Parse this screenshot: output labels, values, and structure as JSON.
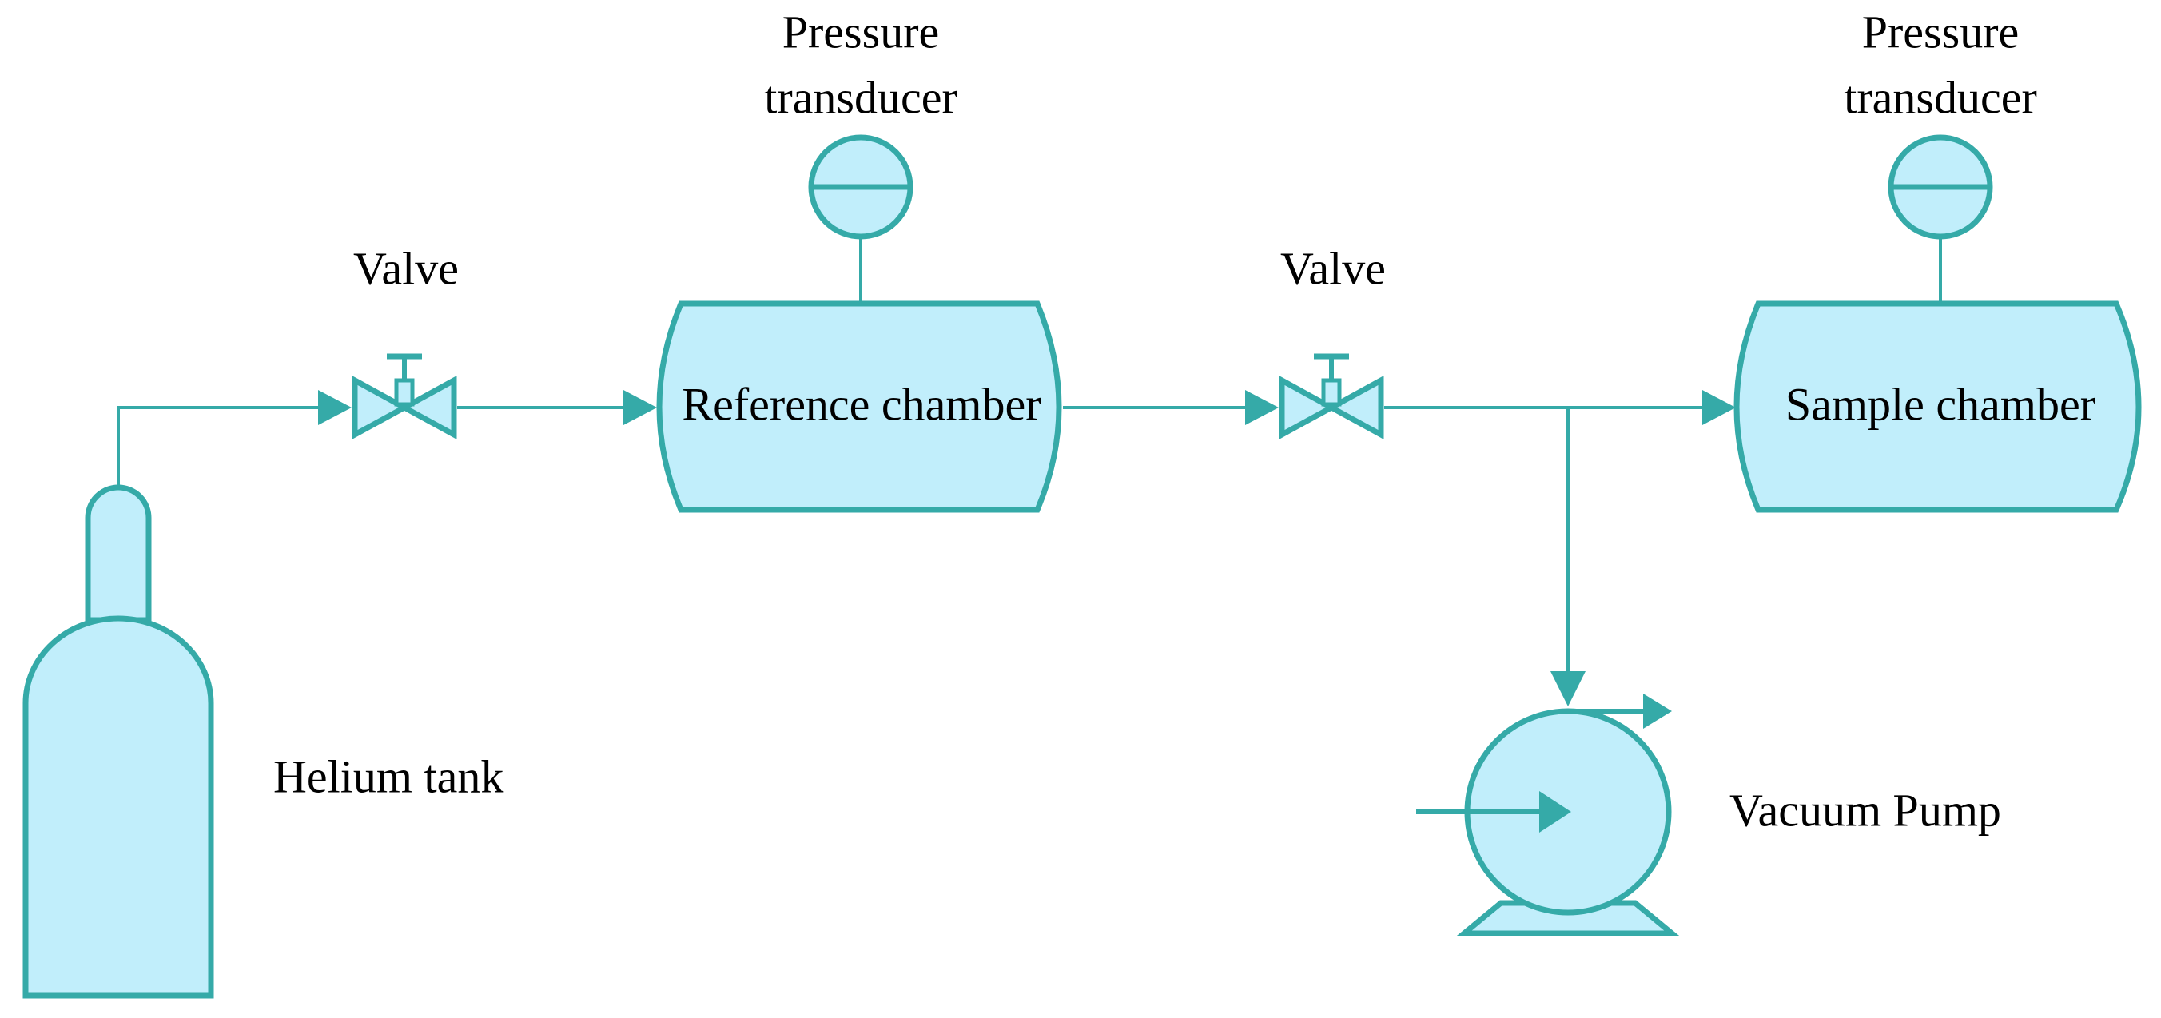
{
  "diagram": {
    "labels": {
      "ref_transducer_line1": "Pressure",
      "ref_transducer_line2": "transducer",
      "sample_transducer_line1": "Pressure",
      "sample_transducer_line2": "transducer",
      "valve_left": "Valve",
      "valve_right": "Valve",
      "reference_chamber": "Reference chamber",
      "sample_chamber": "Sample chamber",
      "helium_tank": "Helium tank",
      "vacuum_pump": "Vacuum Pump"
    },
    "colors": {
      "component_fill": "#c1eefb",
      "component_stroke": "#35aaa8",
      "text": "#000000",
      "background": "#ffffff"
    }
  }
}
